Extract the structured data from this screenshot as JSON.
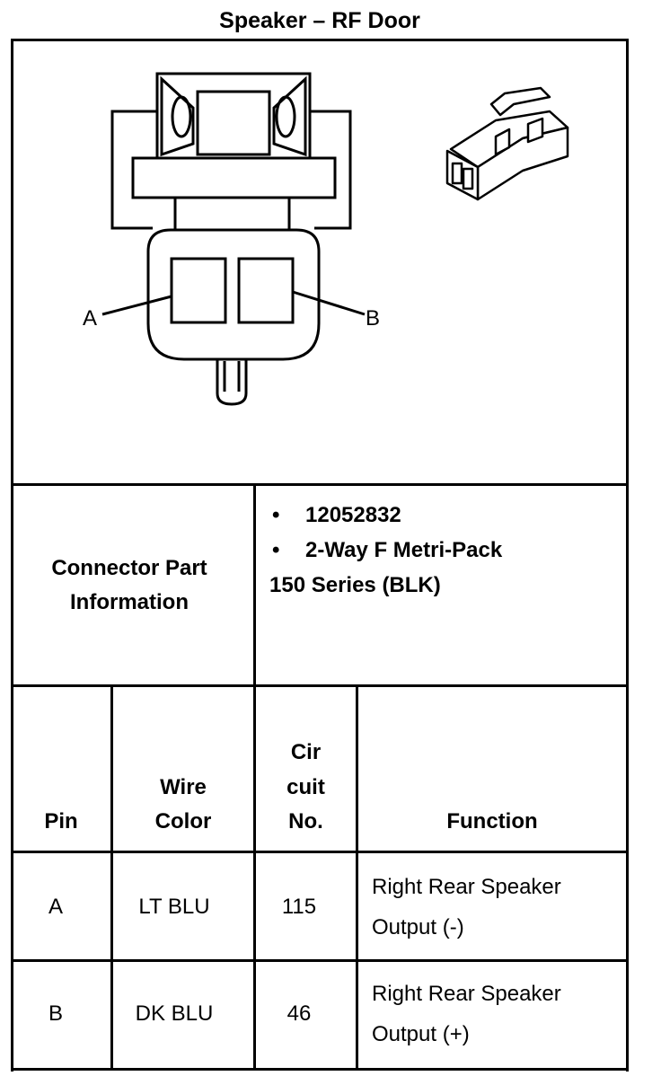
{
  "title": "Speaker – RF Door",
  "diagram": {
    "label_a": "A",
    "label_b": "B"
  },
  "connector_info": {
    "label": "Connector Part Information",
    "items": [
      "12052832",
      "2-Way F Metri-Pack"
    ],
    "extra": "150 Series (BLK)"
  },
  "table": {
    "headers": {
      "pin": "Pin",
      "wire_color_1": "Wire",
      "wire_color_2": "Color",
      "circuit_1": "Cir",
      "circuit_2": "cuit",
      "circuit_3": "No.",
      "function": "Function"
    },
    "rows": [
      {
        "pin": "A",
        "wire": "LT BLU",
        "circuit": "115",
        "function_1": "Right Rear Speaker",
        "function_2": "Output (-)"
      },
      {
        "pin": "B",
        "wire": "DK BLU",
        "circuit": "46",
        "function_1": "Right Rear Speaker",
        "function_2": "Output (+)"
      }
    ]
  }
}
